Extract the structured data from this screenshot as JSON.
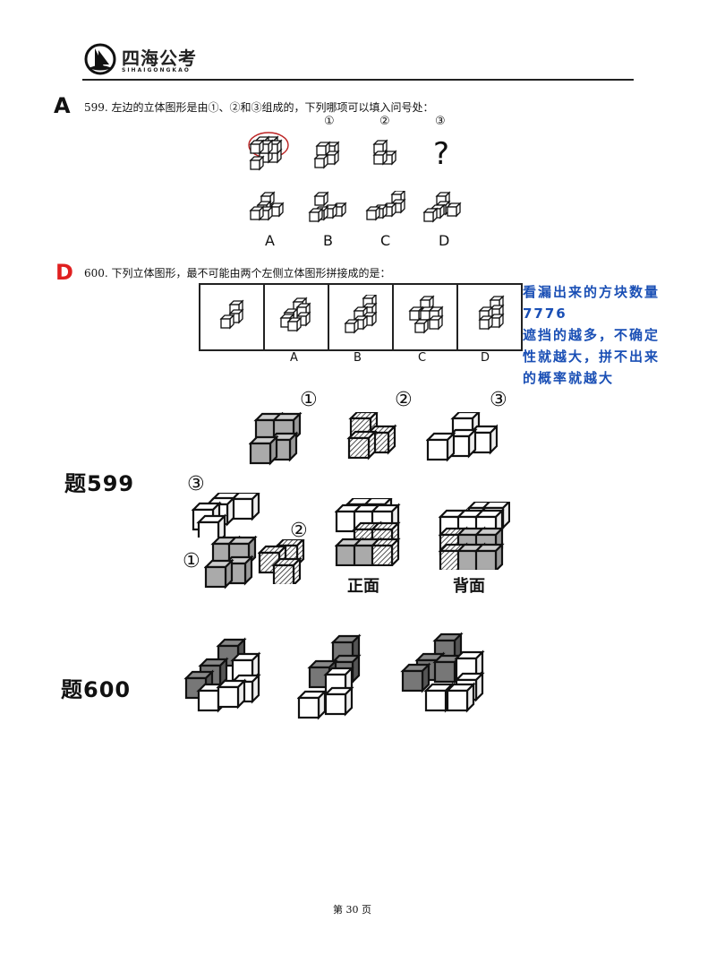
{
  "header": {
    "logo_name": "四海公考",
    "logo_sub": "SIHAIGONGKAO"
  },
  "q599": {
    "answer": "A",
    "answer_color": "#111111",
    "text": "599. 左边的立体图形是由①、②和③组成的，下列哪项可以填入问号处：",
    "part_labels": [
      "①",
      "②",
      "③"
    ],
    "question_mark": "?",
    "options": [
      "A",
      "B",
      "C",
      "D"
    ]
  },
  "q600": {
    "answer": "D",
    "answer_color": "#e02020",
    "text": "600. 下列立体图形，最不可能由两个左侧立体图形拼接成的是：",
    "options": [
      "A",
      "B",
      "C",
      "D"
    ]
  },
  "note": {
    "color": "#1a4fb5",
    "lines": [
      "看漏出来的方块数量",
      "7776",
      "遮挡的越多，不确定",
      "性就越大，拼不出来",
      "的概率就越大"
    ]
  },
  "solution599": {
    "title": "题599",
    "part_labels": [
      "①",
      "②",
      "③"
    ],
    "assembly_labels": [
      "③",
      "②",
      "①"
    ],
    "front_label": "正面",
    "back_label": "背面"
  },
  "solution600": {
    "title": "题600"
  },
  "footer": {
    "page": "第 30 页"
  }
}
